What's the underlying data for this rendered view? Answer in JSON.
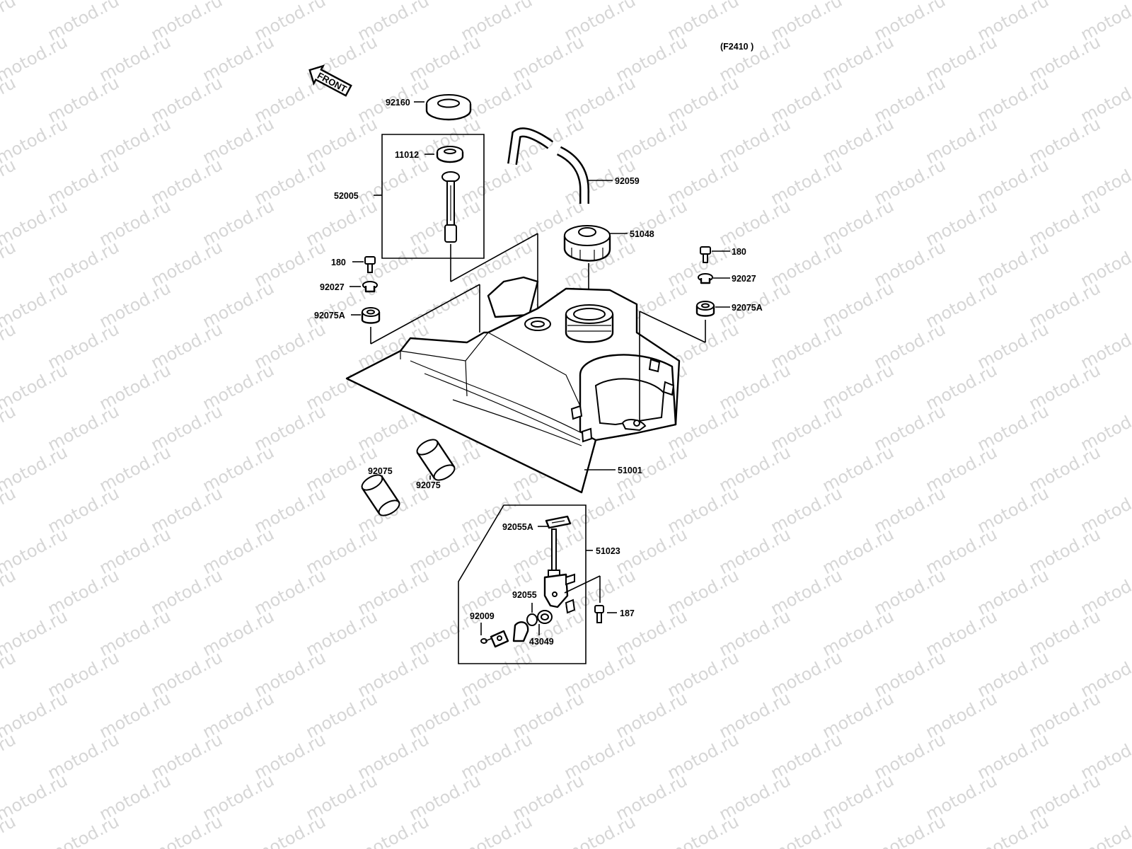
{
  "diagram": {
    "ref_code": "(F2410 )",
    "front_arrow": "FRONT",
    "watermark": "motod.ru",
    "labels": {
      "p92160": "92160",
      "p11012": "11012",
      "p52005": "52005",
      "p92059": "92059",
      "p51048": "51048",
      "p180_left": "180",
      "p92027_left": "92027",
      "p92075A_left": "92075A",
      "p180_right": "180",
      "p92027_right": "92027",
      "p92075A_right": "92075A",
      "p51001": "51001",
      "p92075_left": "92075",
      "p92075_right": "92075",
      "p92055A": "92055A",
      "p51023": "51023",
      "p92055": "92055",
      "p92009": "92009",
      "p43049": "43049",
      "p187": "187"
    }
  }
}
